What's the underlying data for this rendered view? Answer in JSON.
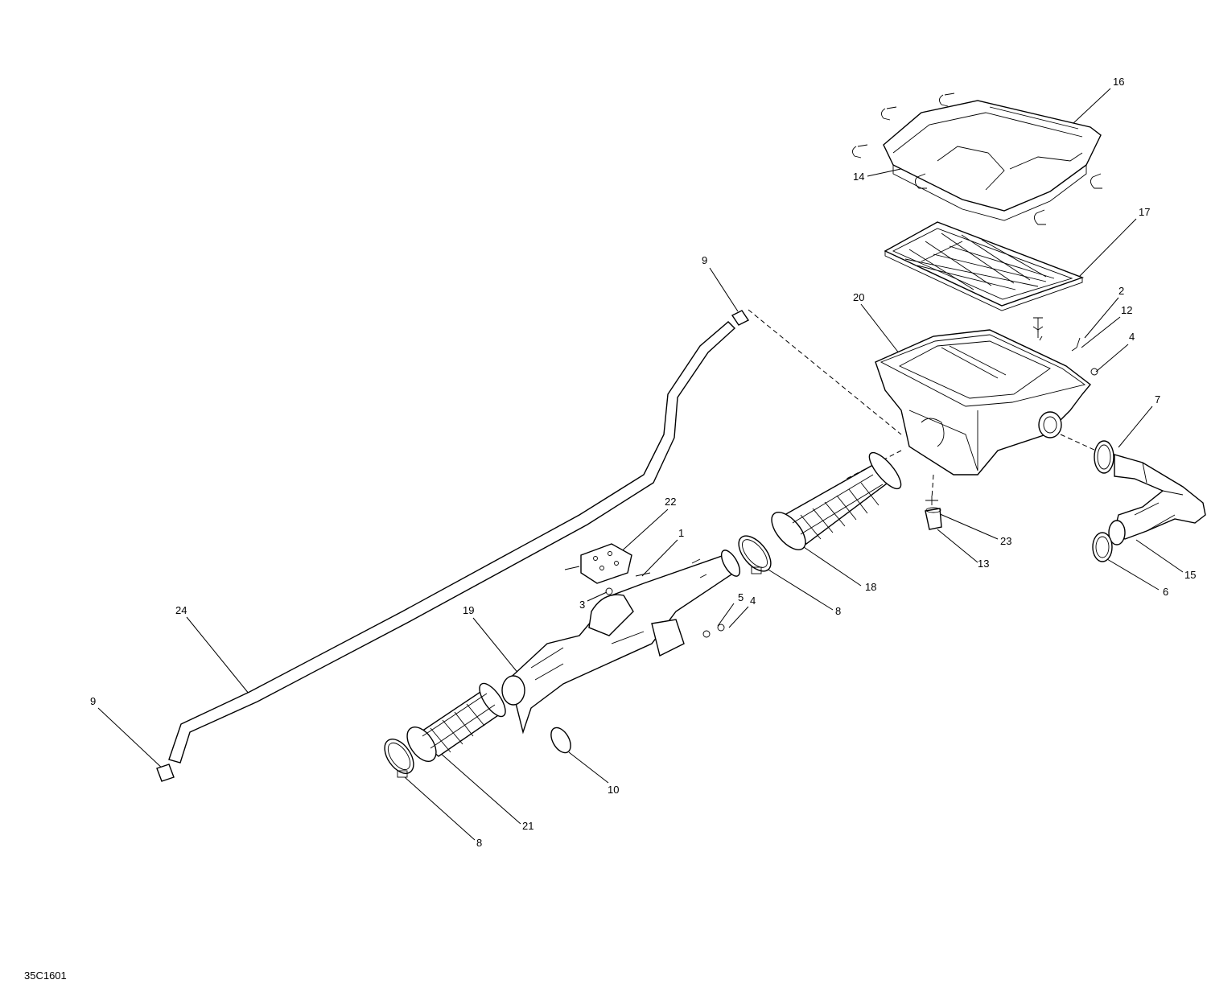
{
  "drawing_code": "35C1601",
  "callouts": [
    {
      "id": "c1",
      "text": "16"
    },
    {
      "id": "c2",
      "text": "14"
    },
    {
      "id": "c3",
      "text": "17"
    },
    {
      "id": "c4",
      "text": "9"
    },
    {
      "id": "c5",
      "text": "20"
    },
    {
      "id": "c6",
      "text": "2"
    },
    {
      "id": "c7",
      "text": "12"
    },
    {
      "id": "c8",
      "text": "4"
    },
    {
      "id": "c9",
      "text": "7"
    },
    {
      "id": "c10",
      "text": "22"
    },
    {
      "id": "c11",
      "text": "1"
    },
    {
      "id": "c12",
      "text": "23"
    },
    {
      "id": "c13",
      "text": "13"
    },
    {
      "id": "c14",
      "text": "15"
    },
    {
      "id": "c15",
      "text": "6"
    },
    {
      "id": "c16",
      "text": "18"
    },
    {
      "id": "c17",
      "text": "3"
    },
    {
      "id": "c18",
      "text": "5"
    },
    {
      "id": "c19",
      "text": "4"
    },
    {
      "id": "c20",
      "text": "8"
    },
    {
      "id": "c21",
      "text": "24"
    },
    {
      "id": "c22",
      "text": "19"
    },
    {
      "id": "c23",
      "text": "9"
    },
    {
      "id": "c24",
      "text": "10"
    },
    {
      "id": "c25",
      "text": "21"
    },
    {
      "id": "c26",
      "text": "8"
    }
  ]
}
